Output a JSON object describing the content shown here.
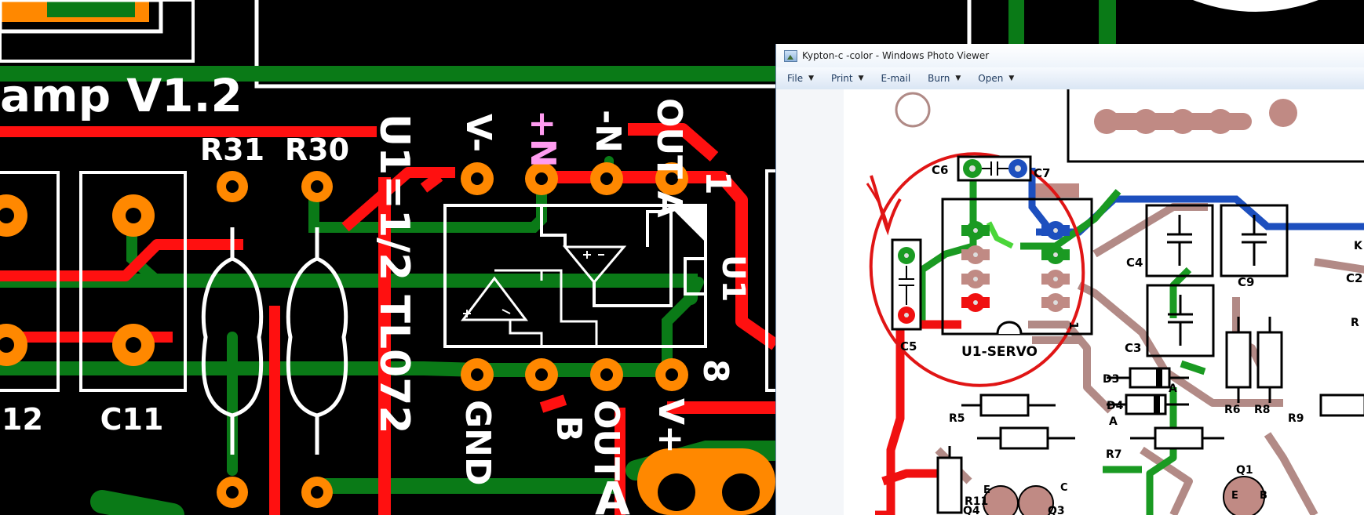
{
  "pcb": {
    "board_title": "amp V1.2",
    "refs": {
      "r31": "R31",
      "r30": "R30",
      "c11": "C11",
      "c12_partial": "12",
      "u1": "U1"
    },
    "ic_label": "U1=1/2 TL072",
    "top_pins": {
      "v_minus": "V-",
      "in_plus": "+N",
      "in_minus": "-N",
      "out_a": "OUT A"
    },
    "bottom_pins": {
      "gnd": "GND",
      "b": "B",
      "out": "OUT",
      "v_plus": "V+"
    },
    "pin_numbers": {
      "one": "1",
      "eight": "8"
    },
    "bottom_letter": "A"
  },
  "viewer": {
    "title": "Kypton-c -color - Windows Photo Viewer",
    "menu": [
      {
        "label": "File",
        "has_dropdown": true
      },
      {
        "label": "Print",
        "has_dropdown": true
      },
      {
        "label": "E-mail",
        "has_dropdown": false
      },
      {
        "label": "Burn",
        "has_dropdown": true
      },
      {
        "label": "Open",
        "has_dropdown": true
      }
    ],
    "schematic": {
      "c6": "C6",
      "c7": "C7",
      "c4": "C4",
      "c9": "C9",
      "c3": "C3",
      "c5": "C5",
      "c2": "C2",
      "u1": "U1-SERVO",
      "d3": "D3",
      "d4": "D4",
      "r5": "R5",
      "r6": "R6",
      "r8": "R8",
      "r9": "R9",
      "r11": "R11",
      "r7": "R7",
      "q1": "Q1",
      "q3": "Q3",
      "q4": "Q4",
      "e1": "E",
      "c_pin": "C",
      "e2": "E",
      "b_pin": "B",
      "a1": "A",
      "a2": "A",
      "partial_r": "R",
      "partial_k": "K",
      "pin_one": "1"
    }
  },
  "colors": {
    "pcb_background": "#000000",
    "trace_green": "#0a7a17",
    "trace_red": "#ff1010",
    "pad_orange": "#ff8800",
    "silkscreen": "#ffffff",
    "in_plus_pink": "#ff9cf0",
    "sch_pad": "#c08a84",
    "sch_blue": "#1d4fbe",
    "markup_red": "#e01515"
  }
}
